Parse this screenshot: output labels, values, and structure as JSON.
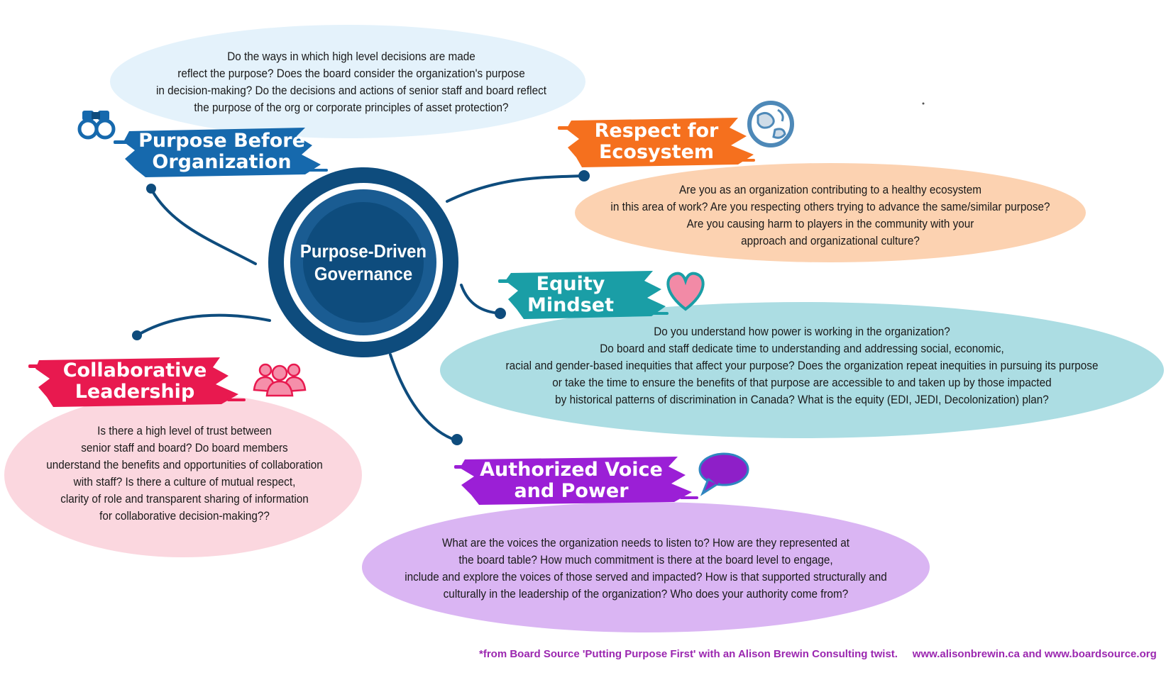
{
  "center": {
    "title": "Purpose-Driven\nGovernance",
    "color": "#0e4c7d"
  },
  "nodes": {
    "purpose": {
      "label": "Purpose Before\nOrganization",
      "color": "#1669ad",
      "bubble_color": "#e4f2fb",
      "icon": "binoculars-icon",
      "question": "Do the ways in which high level decisions are made\nreflect the purpose?  Does the board consider the organization's  purpose\nin decision-making? Do the decisions and actions of senior staff and board reflect\nthe purpose of the org or corporate principles of asset protection?"
    },
    "ecosystem": {
      "label": "Respect for\nEcosystem",
      "color": "#f5701e",
      "bubble_color": "#fcd2b1",
      "icon": "globe-icon",
      "question": "Are you as an organization contributing to a healthy ecosystem\nin this area of work? Are you respecting others trying to advance the same/similar purpose?\nAre you causing harm to players in the community with your\napproach and organizational culture?"
    },
    "equity": {
      "label": "Equity\nMindset",
      "color": "#1a9ea6",
      "bubble_color": "#acdde3",
      "icon": "heart-icon",
      "question": "Do you understand how power is working in the organization?\nDo board and staff dedicate time to understanding and addressing social, economic,\nracial and gender-based inequities that affect your purpose?  Does the organization repeat inequities in pursuing its purpose\nor take the time to ensure the benefits of that purpose are accessible to and taken up by those impacted\nby historical patterns of discrimination in Canada? What is the equity (EDI, JEDI, Decolonization) plan?"
    },
    "collaborative": {
      "label": "Collaborative\nLeadership",
      "color": "#e8194f",
      "bubble_color": "#fbd7df",
      "icon": "people-icon",
      "question": "Is there a high level of trust between\nsenior staff and board? Do board members\nunderstand the benefits and opportunities of collaboration\nwith staff? Is there a culture of mutual respect,\nclarity of role and transparent sharing of information\nfor collaborative decision-making??"
    },
    "voice": {
      "label": "Authorized Voice\nand Power",
      "color": "#9b1fd6",
      "bubble_color": "#dab5f3",
      "icon": "speech-bubble-icon",
      "question": "What are the voices the organization needs to listen to? How are they represented at\nthe board table? How much commitment is there at the board level to engage,\ninclude and explore the voices of those served and impacted? How is that supported structurally and\nculturally in the leadership of the organization? Who does your authority come from?"
    }
  },
  "footer": "*from Board Source 'Putting Purpose First' with an Alison Brewin Consulting twist.     www.alisonbrewin.ca and www.boardsource.org"
}
